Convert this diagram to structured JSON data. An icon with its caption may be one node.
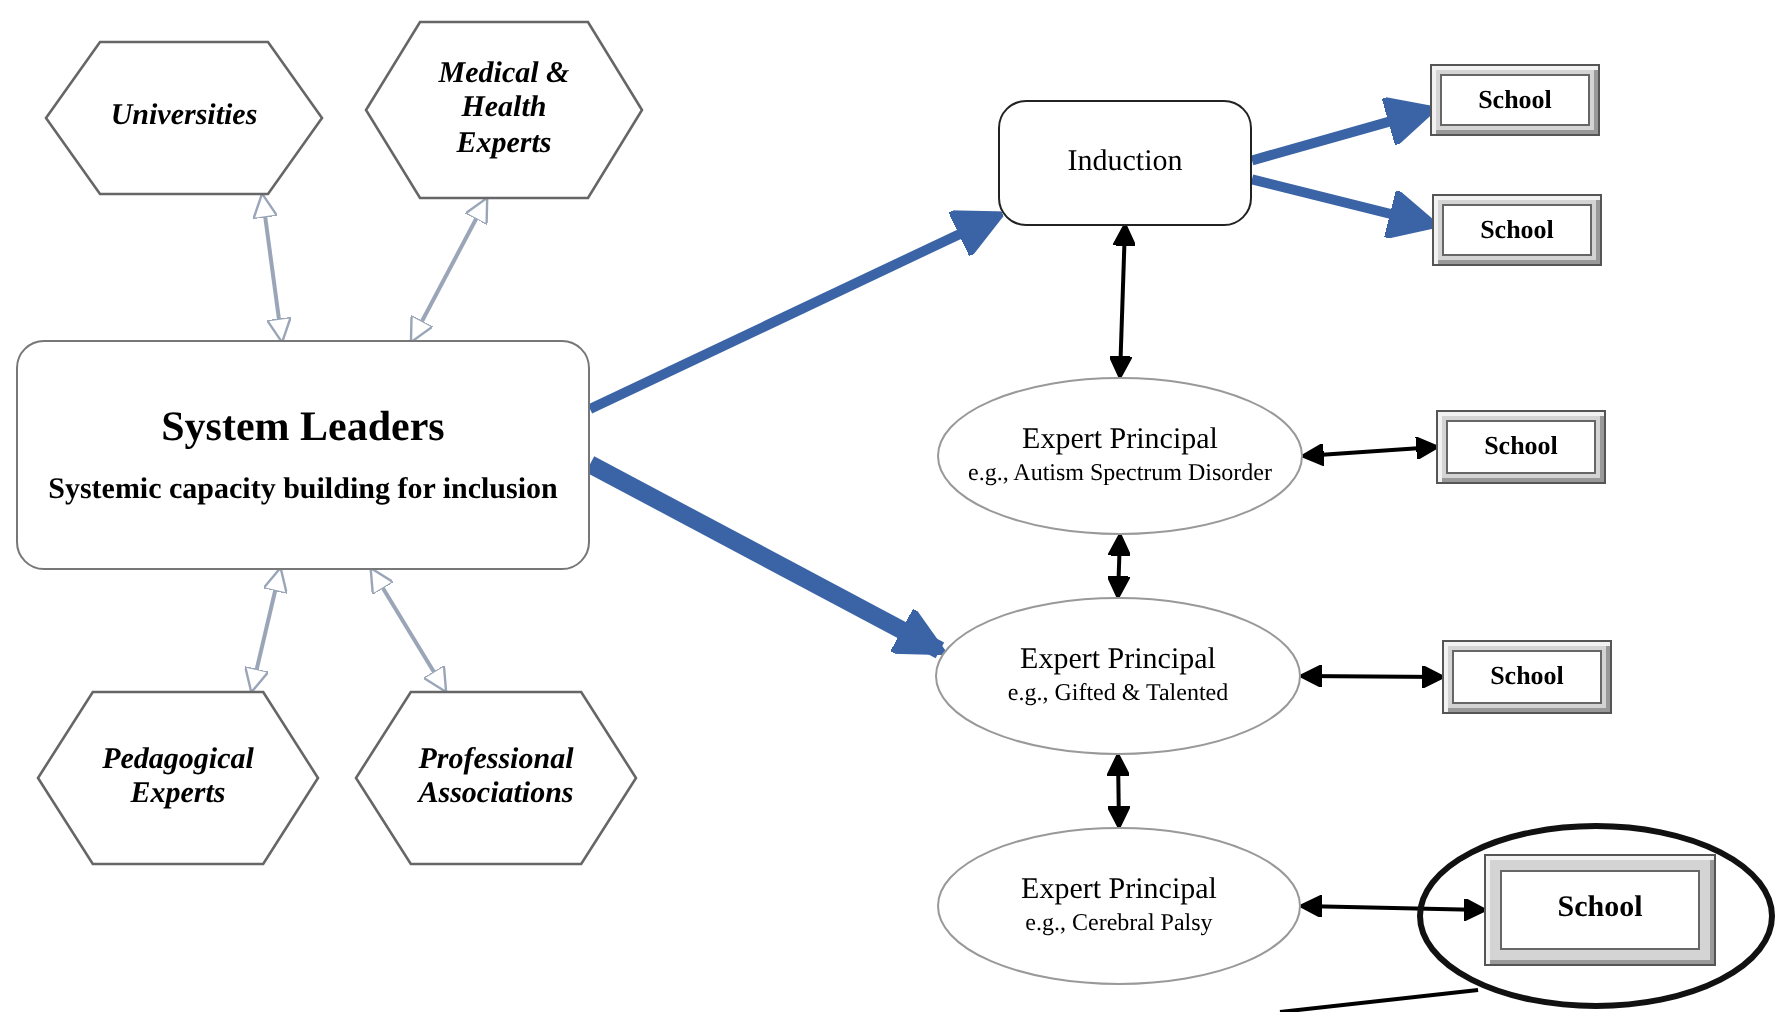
{
  "diagram": {
    "nodes": [
      {
        "text": [
          "Universities"
        ]
      },
      {
        "text": [
          "Medical & Health Experts"
        ]
      },
      {
        "text": [
          "System Leaders",
          "Systemic capacity building for inclusion"
        ]
      },
      {
        "text": [
          "Pedagogical Experts"
        ]
      },
      {
        "text": [
          "Professional Associations"
        ]
      },
      {
        "text": [
          "Induction"
        ]
      },
      {
        "text": [
          "School"
        ]
      },
      {
        "text": [
          "School"
        ]
      },
      {
        "text": [
          "Expert Principal",
          "e.g., Autism Spectrum Disorder"
        ]
      },
      {
        "text": [
          "School"
        ]
      },
      {
        "text": [
          "Expert Principal",
          "e.g., Gifted & Talented"
        ]
      },
      {
        "text": [
          "School"
        ]
      },
      {
        "text": [
          "Expert Principal",
          "e.g., Cerebral Palsy"
        ]
      },
      {
        "text": [],
        "shape": "circle"
      },
      {
        "text": [
          "School"
        ],
        "in": 13
      }
    ],
    "edges": [
      {
        "from": 0,
        "to": 2,
        "arrow": "both",
        "color": "#9aa6b8"
      },
      {
        "from": 1,
        "to": 2,
        "arrow": "both",
        "color": "#9aa6b8"
      },
      {
        "from": 2,
        "to": 3,
        "arrow": "both",
        "color": "#9aa6b8"
      },
      {
        "from": 2,
        "to": 4,
        "arrow": "both",
        "color": "#9aa6b8"
      },
      {
        "from": 2,
        "to": 5,
        "arrow": "to",
        "style": "thick",
        "color": "#3b64a6"
      },
      {
        "from": 2,
        "to": 10,
        "arrow": "to",
        "style": "thick",
        "color": "#3b64a6"
      },
      {
        "from": 5,
        "to": 6,
        "arrow": "to",
        "style": "thick",
        "color": "#3b64a6"
      },
      {
        "from": 5,
        "to": 7,
        "arrow": "to",
        "style": "thick",
        "color": "#3b64a6"
      },
      {
        "from": 5,
        "to": 8,
        "arrow": "both"
      },
      {
        "from": 8,
        "to": 9,
        "arrow": "both"
      },
      {
        "from": 8,
        "to": 10,
        "arrow": "both"
      },
      {
        "from": 10,
        "to": 11,
        "arrow": "both"
      },
      {
        "from": 10,
        "to": 12,
        "arrow": "both"
      },
      {
        "from": 12,
        "to": 14,
        "arrow": "both"
      },
      {
        "from": 13,
        "to": null,
        "arrow": "none"
      }
    ]
  }
}
